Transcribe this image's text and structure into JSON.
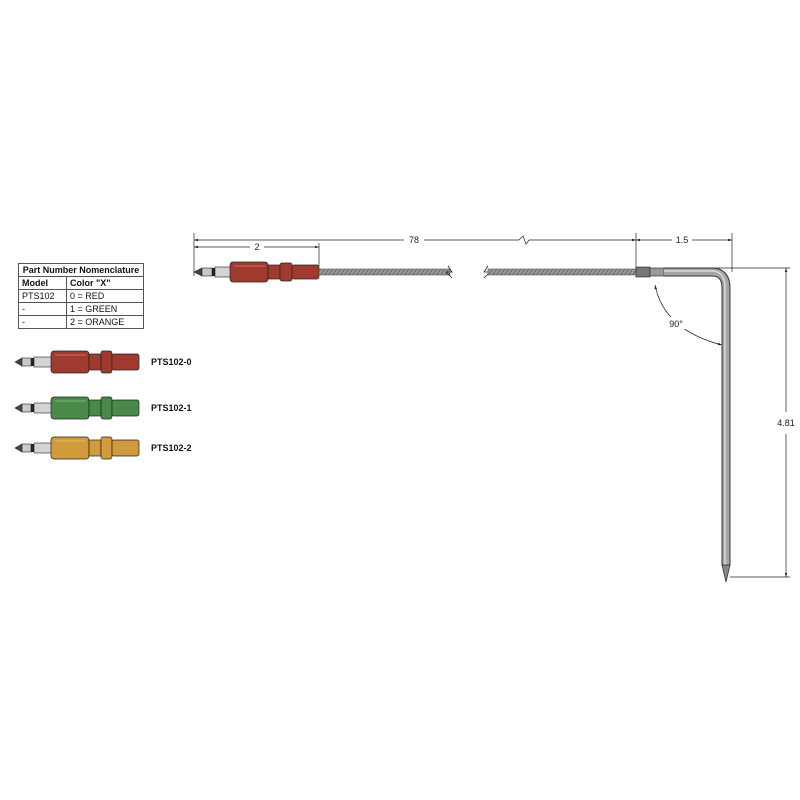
{
  "table": {
    "title": "Part Number Nomenclature",
    "headers": [
      "Model",
      "Color \"X\""
    ],
    "rows": [
      [
        "PTS102",
        "0 = RED"
      ],
      [
        "-",
        "1 = GREEN"
      ],
      [
        "-",
        "2 = ORANGE"
      ]
    ]
  },
  "variants": [
    {
      "label": "PTS102-0",
      "color": "#a03a2e"
    },
    {
      "label": "PTS102-1",
      "color": "#4a8a48"
    },
    {
      "label": "PTS102-2",
      "color": "#d19a3a"
    }
  ],
  "dimensions": {
    "plug_length": "2",
    "overall_length": "78",
    "bend_offset": "1.5",
    "probe_depth": "4.81",
    "bend_angle": "90°"
  },
  "colors": {
    "main_plug": "#a03a2e",
    "tube": "#8e8e8e",
    "tube_dark": "#555555",
    "outline": "#222222"
  }
}
